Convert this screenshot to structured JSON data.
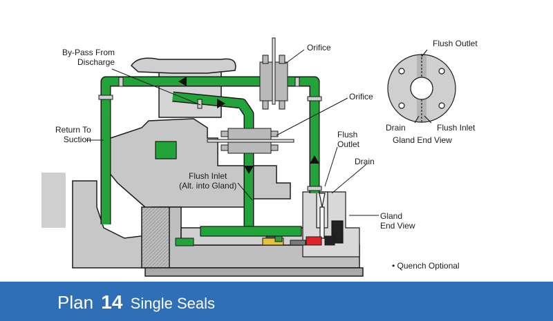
{
  "labels": {
    "bypass": [
      "By-Pass From",
      "Discharge"
    ],
    "orifice_top": "Orifice",
    "orifice_mid": "Orifice",
    "return": [
      "Return To",
      "Suction"
    ],
    "flush_outlet": [
      "Flush",
      "Outlet"
    ],
    "drain": "Drain",
    "flush_inlet": [
      "Flush Inlet",
      "(Alt. into Gland)"
    ],
    "gland_end_view": [
      "Gland",
      "End View"
    ],
    "quench": "• Quench Optional"
  },
  "end_view": {
    "flush_outlet": "Flush Outlet",
    "drain": "Drain",
    "flush_inlet": "Flush Inlet",
    "title": "Gland End View"
  },
  "footer": {
    "plan_word": "Plan",
    "plan_number": "14",
    "plan_subtitle": "Single Seals"
  },
  "colors": {
    "pipe": "#23a43a",
    "metal": "#c8c8c8",
    "footer": "#2f6fb8"
  }
}
